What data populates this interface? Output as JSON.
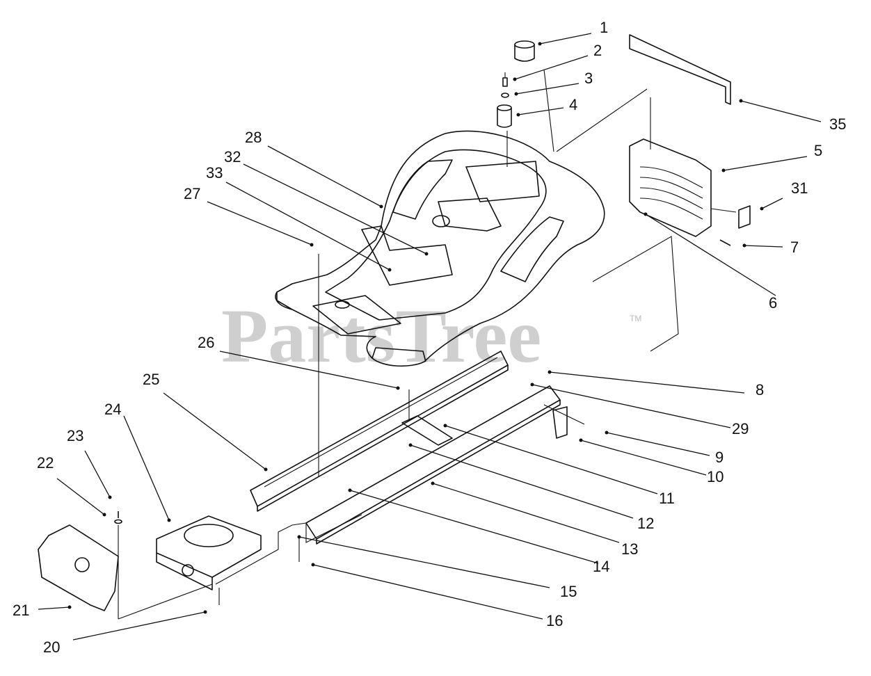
{
  "watermark": {
    "text": "PartsTree",
    "trademark": "TM"
  },
  "callouts": [
    {
      "id": "1",
      "num": "1"
    },
    {
      "id": "2",
      "num": "2"
    },
    {
      "id": "3",
      "num": "3"
    },
    {
      "id": "4",
      "num": "4"
    },
    {
      "id": "5",
      "num": "5"
    },
    {
      "id": "6",
      "num": "6"
    },
    {
      "id": "7",
      "num": "7"
    },
    {
      "id": "8",
      "num": "8"
    },
    {
      "id": "9",
      "num": "9"
    },
    {
      "id": "10",
      "num": "10"
    },
    {
      "id": "11",
      "num": "11"
    },
    {
      "id": "12",
      "num": "12"
    },
    {
      "id": "13",
      "num": "13"
    },
    {
      "id": "14",
      "num": "14"
    },
    {
      "id": "15",
      "num": "15"
    },
    {
      "id": "16",
      "num": "16"
    },
    {
      "id": "20",
      "num": "20"
    },
    {
      "id": "21",
      "num": "21"
    },
    {
      "id": "22",
      "num": "22"
    },
    {
      "id": "23",
      "num": "23"
    },
    {
      "id": "24",
      "num": "24"
    },
    {
      "id": "25",
      "num": "25"
    },
    {
      "id": "26",
      "num": "26"
    },
    {
      "id": "27",
      "num": "27"
    },
    {
      "id": "28",
      "num": "28"
    },
    {
      "id": "29",
      "num": "29"
    },
    {
      "id": "31",
      "num": "31"
    },
    {
      "id": "32",
      "num": "32"
    },
    {
      "id": "33",
      "num": "33"
    },
    {
      "id": "35",
      "num": "35"
    }
  ]
}
